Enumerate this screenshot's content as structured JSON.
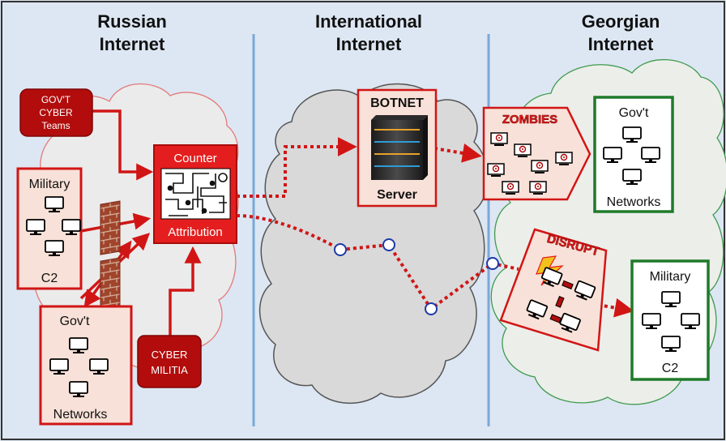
{
  "regions": {
    "russian": {
      "line1": "Russian",
      "line2": "Internet"
    },
    "international": {
      "line1": "International",
      "line2": "Internet"
    },
    "georgian": {
      "line1": "Georgian",
      "line2": "Internet"
    }
  },
  "russian_side": {
    "govt_cyber_teams": {
      "line1": "GOV'T",
      "line2": "CYBER",
      "line3": "Teams"
    },
    "military": {
      "title": "Military",
      "subtitle": "C2"
    },
    "govt_networks": {
      "title": "Gov't",
      "subtitle": "Networks"
    },
    "cyber_militia": {
      "line1": "CYBER",
      "line2": "MILITIA"
    },
    "counter_attribution": {
      "top": "Counter",
      "bottom": "Attribution"
    }
  },
  "international_side": {
    "botnet_server": {
      "top": "BOTNET",
      "bottom": "Server"
    }
  },
  "georgian_side": {
    "zombies_label": "ZOMBIES",
    "disrupt_label": "DISRUPT",
    "govt_networks": {
      "title": "Gov't",
      "subtitle": "Networks"
    },
    "military": {
      "title": "Military",
      "subtitle": "C2"
    }
  },
  "colors": {
    "background": "#dde7f3",
    "red": "#d11515",
    "dark_red": "#a80b0b",
    "green": "#1f7a2a",
    "divider": "#7aa7d6",
    "panel_fill": "#f8e1d8"
  }
}
